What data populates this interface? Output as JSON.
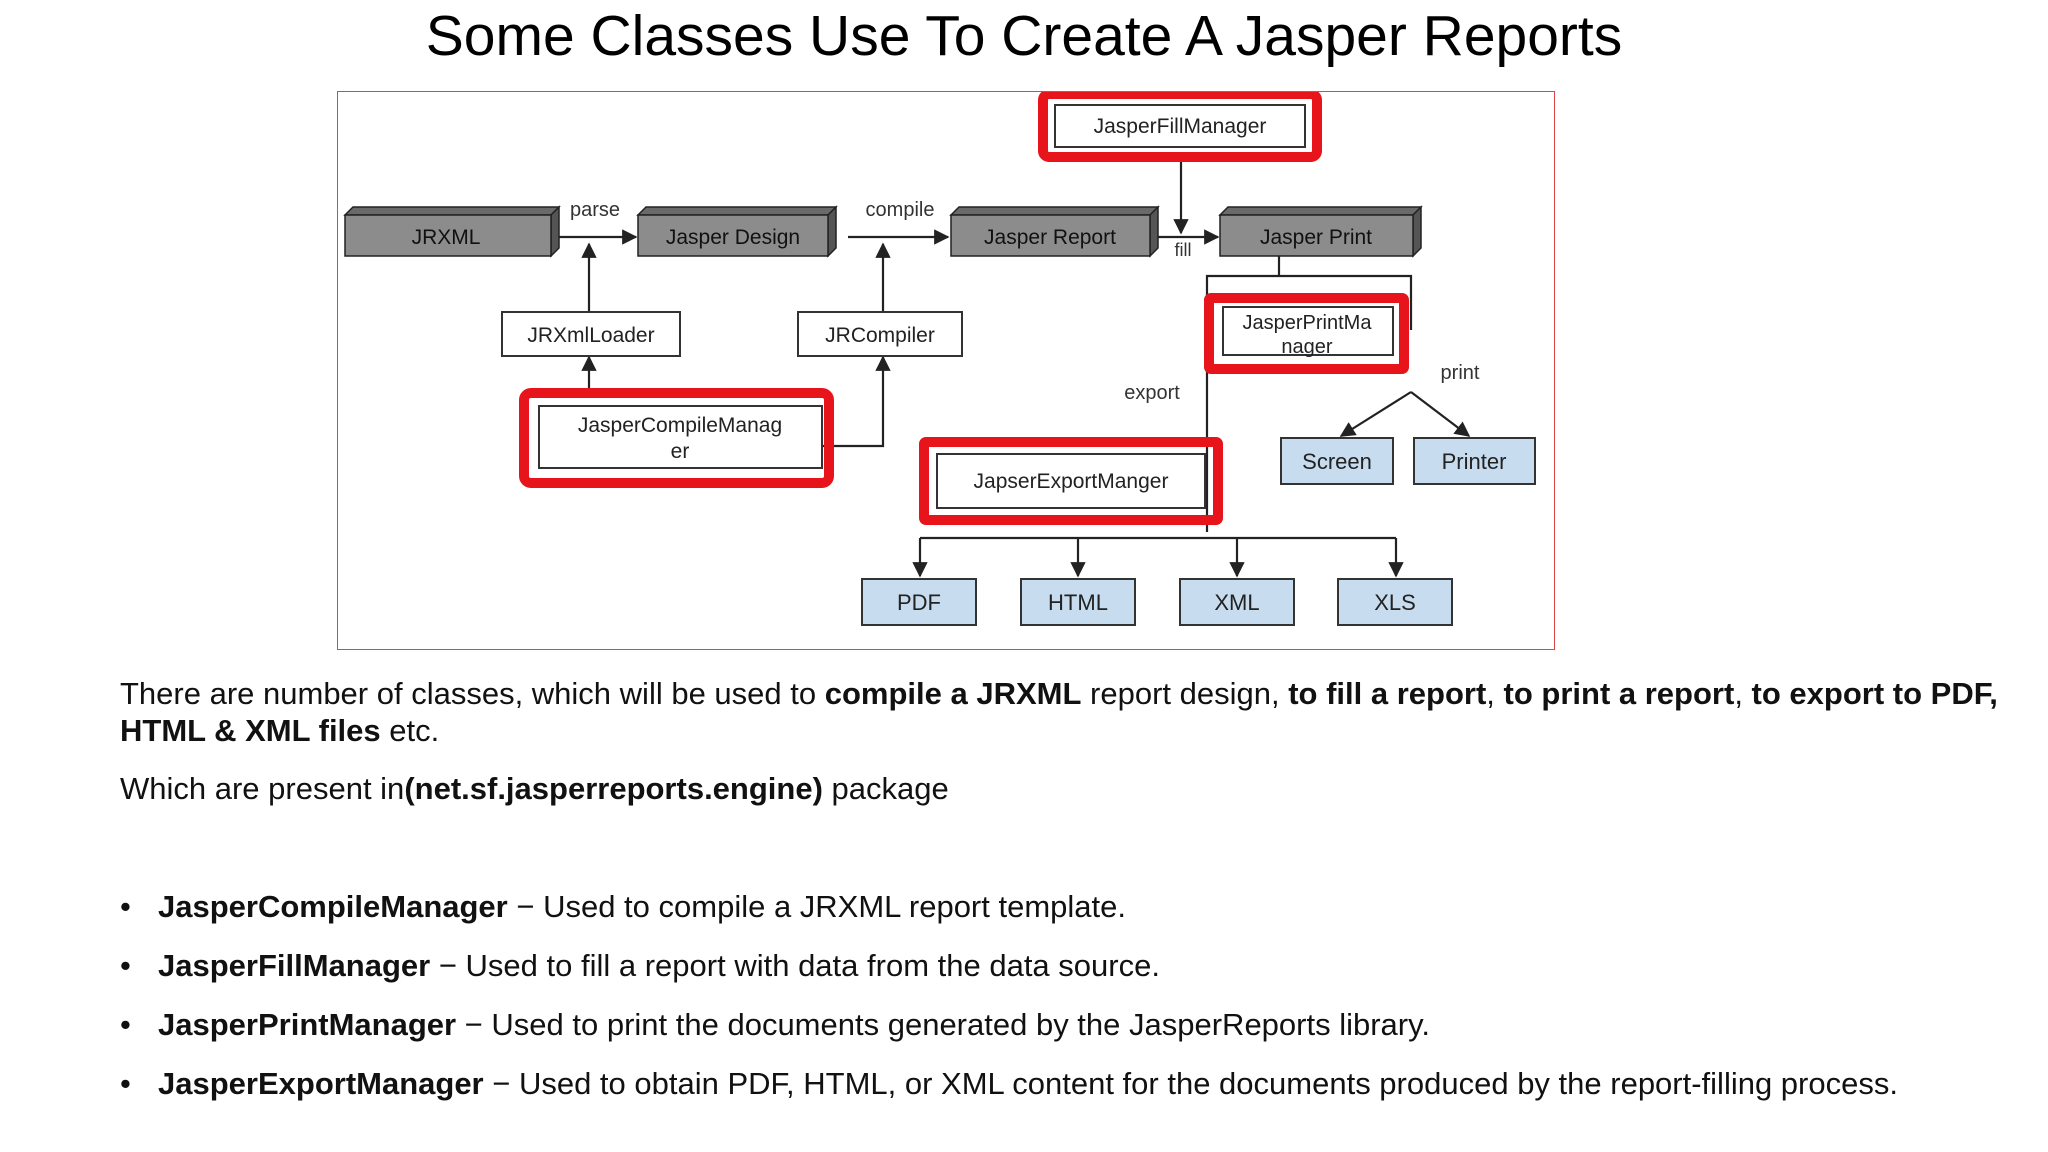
{
  "page": {
    "title": "Some Classes Use To Create A Jasper Reports"
  },
  "diagram": {
    "nodes": {
      "jrxml": "JRXML",
      "jasper_design": "Jasper Design",
      "jasper_report": "Jasper Report",
      "jasper_print": "Jasper Print",
      "jasper_fill_manager": "JasperFillManager",
      "jrxml_loader": "JRXmlLoader",
      "jr_compiler": "JRCompiler",
      "jasper_compile_manager_l1": "JasperCompileManag",
      "jasper_compile_manager_l2": "er",
      "jasper_print_manager_l1": "JasperPrintMa",
      "jasper_print_manager_l2": "nager",
      "jasper_export_manager": "JapserExportManger",
      "screen": "Screen",
      "printer": "Printer",
      "pdf": "PDF",
      "html": "HTML",
      "xml": "XML",
      "xls": "XLS"
    },
    "edge_labels": {
      "parse": "parse",
      "compile": "compile",
      "fill": "fill",
      "export": "export",
      "print": "print"
    },
    "colors": {
      "highlight": "#e8141c",
      "node_dark": "#8c8c8c",
      "node_light": "#c7dcee",
      "frame": "#e04545"
    }
  },
  "description": {
    "p1_a": "There are number of classes, which will be used to ",
    "p1_b": "compile a JRXML",
    "p1_c": " report design, ",
    "p1_d": "to fill a report",
    "p1_e": ", ",
    "p1_f": "to print a report",
    "p1_g": ", ",
    "p1_h": "to export to PDF,",
    "p1_i": "HTML & XML files",
    "p1_j": " etc.",
    "p2_a": "Which are present in",
    "p2_b": "(net.sf.jasperreports.engine)",
    "p2_c": " package"
  },
  "bullets": [
    {
      "name": "JasperCompileManager",
      "desc": " − Used to compile a JRXML report template."
    },
    {
      "name": "JasperFillManager",
      "desc": " − Used to fill a report with data from the data source."
    },
    {
      "name": "JasperPrintManager",
      "desc": " − Used to print the documents generated by the JasperReports library."
    },
    {
      "name": "JasperExportManager",
      "desc": " − Used to obtain PDF, HTML, or XML content for the documents produced by the report-filling process."
    }
  ],
  "bullet_symbol": "•"
}
